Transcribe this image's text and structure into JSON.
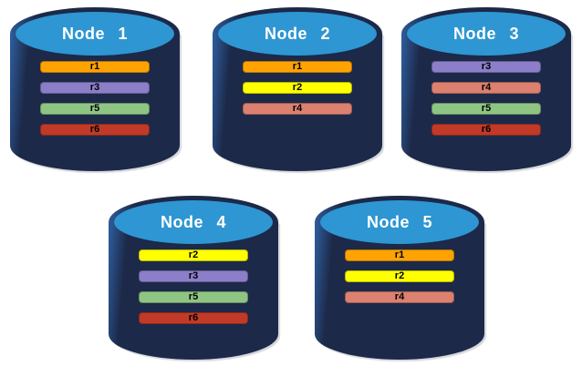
{
  "colors": {
    "background": "#ffffff",
    "cylinder_body": "#1c2948",
    "cylinder_highlight": "#2f5fa0",
    "cylinder_top": "#2e96d2",
    "node_label_text": "#ffffff",
    "replica_label_text": "#000000",
    "replicas": {
      "r1": "#ffa302",
      "r2": "#ffff00",
      "r3": "#8c7ec8",
      "r4": "#dc8070",
      "r5": "#8fc583",
      "r6": "#c13a28"
    }
  },
  "nodes": [
    {
      "label": "Node 1",
      "replicas": [
        "r1",
        "r3",
        "r5",
        "r6"
      ]
    },
    {
      "label": "Node 2",
      "replicas": [
        "r1",
        "r2",
        "r4"
      ]
    },
    {
      "label": "Node 3",
      "replicas": [
        "r3",
        "r4",
        "r5",
        "r6"
      ]
    },
    {
      "label": "Node 4",
      "replicas": [
        "r2",
        "r3",
        "r5",
        "r6"
      ]
    },
    {
      "label": "Node 5",
      "replicas": [
        "r1",
        "r2",
        "r4"
      ]
    }
  ]
}
